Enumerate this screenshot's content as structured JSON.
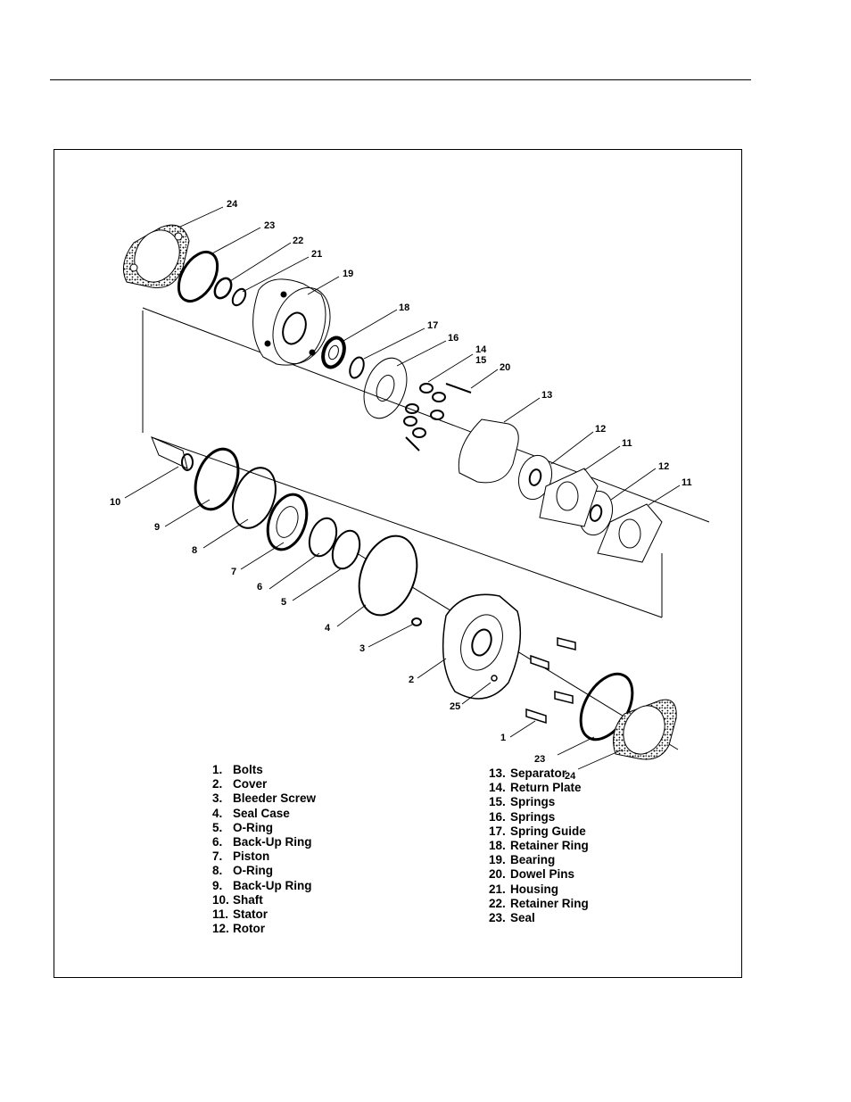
{
  "callouts": [
    "24",
    "23",
    "22",
    "21",
    "19",
    "18",
    "17",
    "16",
    "14",
    "15",
    "20",
    "13",
    "12",
    "11",
    "12",
    "11",
    "10",
    "9",
    "8",
    "7",
    "6",
    "5",
    "4",
    "3",
    "2",
    "25",
    "1",
    "23",
    "24"
  ],
  "legend_left": [
    {
      "num": "1.",
      "label": "Bolts"
    },
    {
      "num": "2.",
      "label": "Cover"
    },
    {
      "num": "3.",
      "label": "Bleeder Screw"
    },
    {
      "num": "4.",
      "label": "Seal Case"
    },
    {
      "num": "5.",
      "label": "O-Ring"
    },
    {
      "num": "6.",
      "label": "Back-Up Ring"
    },
    {
      "num": "7.",
      "label": "Piston"
    },
    {
      "num": "8.",
      "label": "O-Ring"
    },
    {
      "num": "9.",
      "label": "Back-Up Ring"
    },
    {
      "num": "10.",
      "label": "Shaft"
    },
    {
      "num": "11.",
      "label": "Stator"
    },
    {
      "num": "12.",
      "label": "Rotor"
    }
  ],
  "legend_right": [
    {
      "num": "13.",
      "label": "Separator"
    },
    {
      "num": "14.",
      "label": "Return Plate"
    },
    {
      "num": "15.",
      "label": "Springs"
    },
    {
      "num": "16.",
      "label": "Springs"
    },
    {
      "num": "17.",
      "label": "Spring Guide"
    },
    {
      "num": "18.",
      "label": "Retainer Ring"
    },
    {
      "num": "19.",
      "label": "Bearing"
    },
    {
      "num": "20.",
      "label": "Dowel Pins"
    },
    {
      "num": "21.",
      "label": "Housing"
    },
    {
      "num": "22.",
      "label": "Retainer Ring"
    },
    {
      "num": "23.",
      "label": "Seal"
    }
  ]
}
